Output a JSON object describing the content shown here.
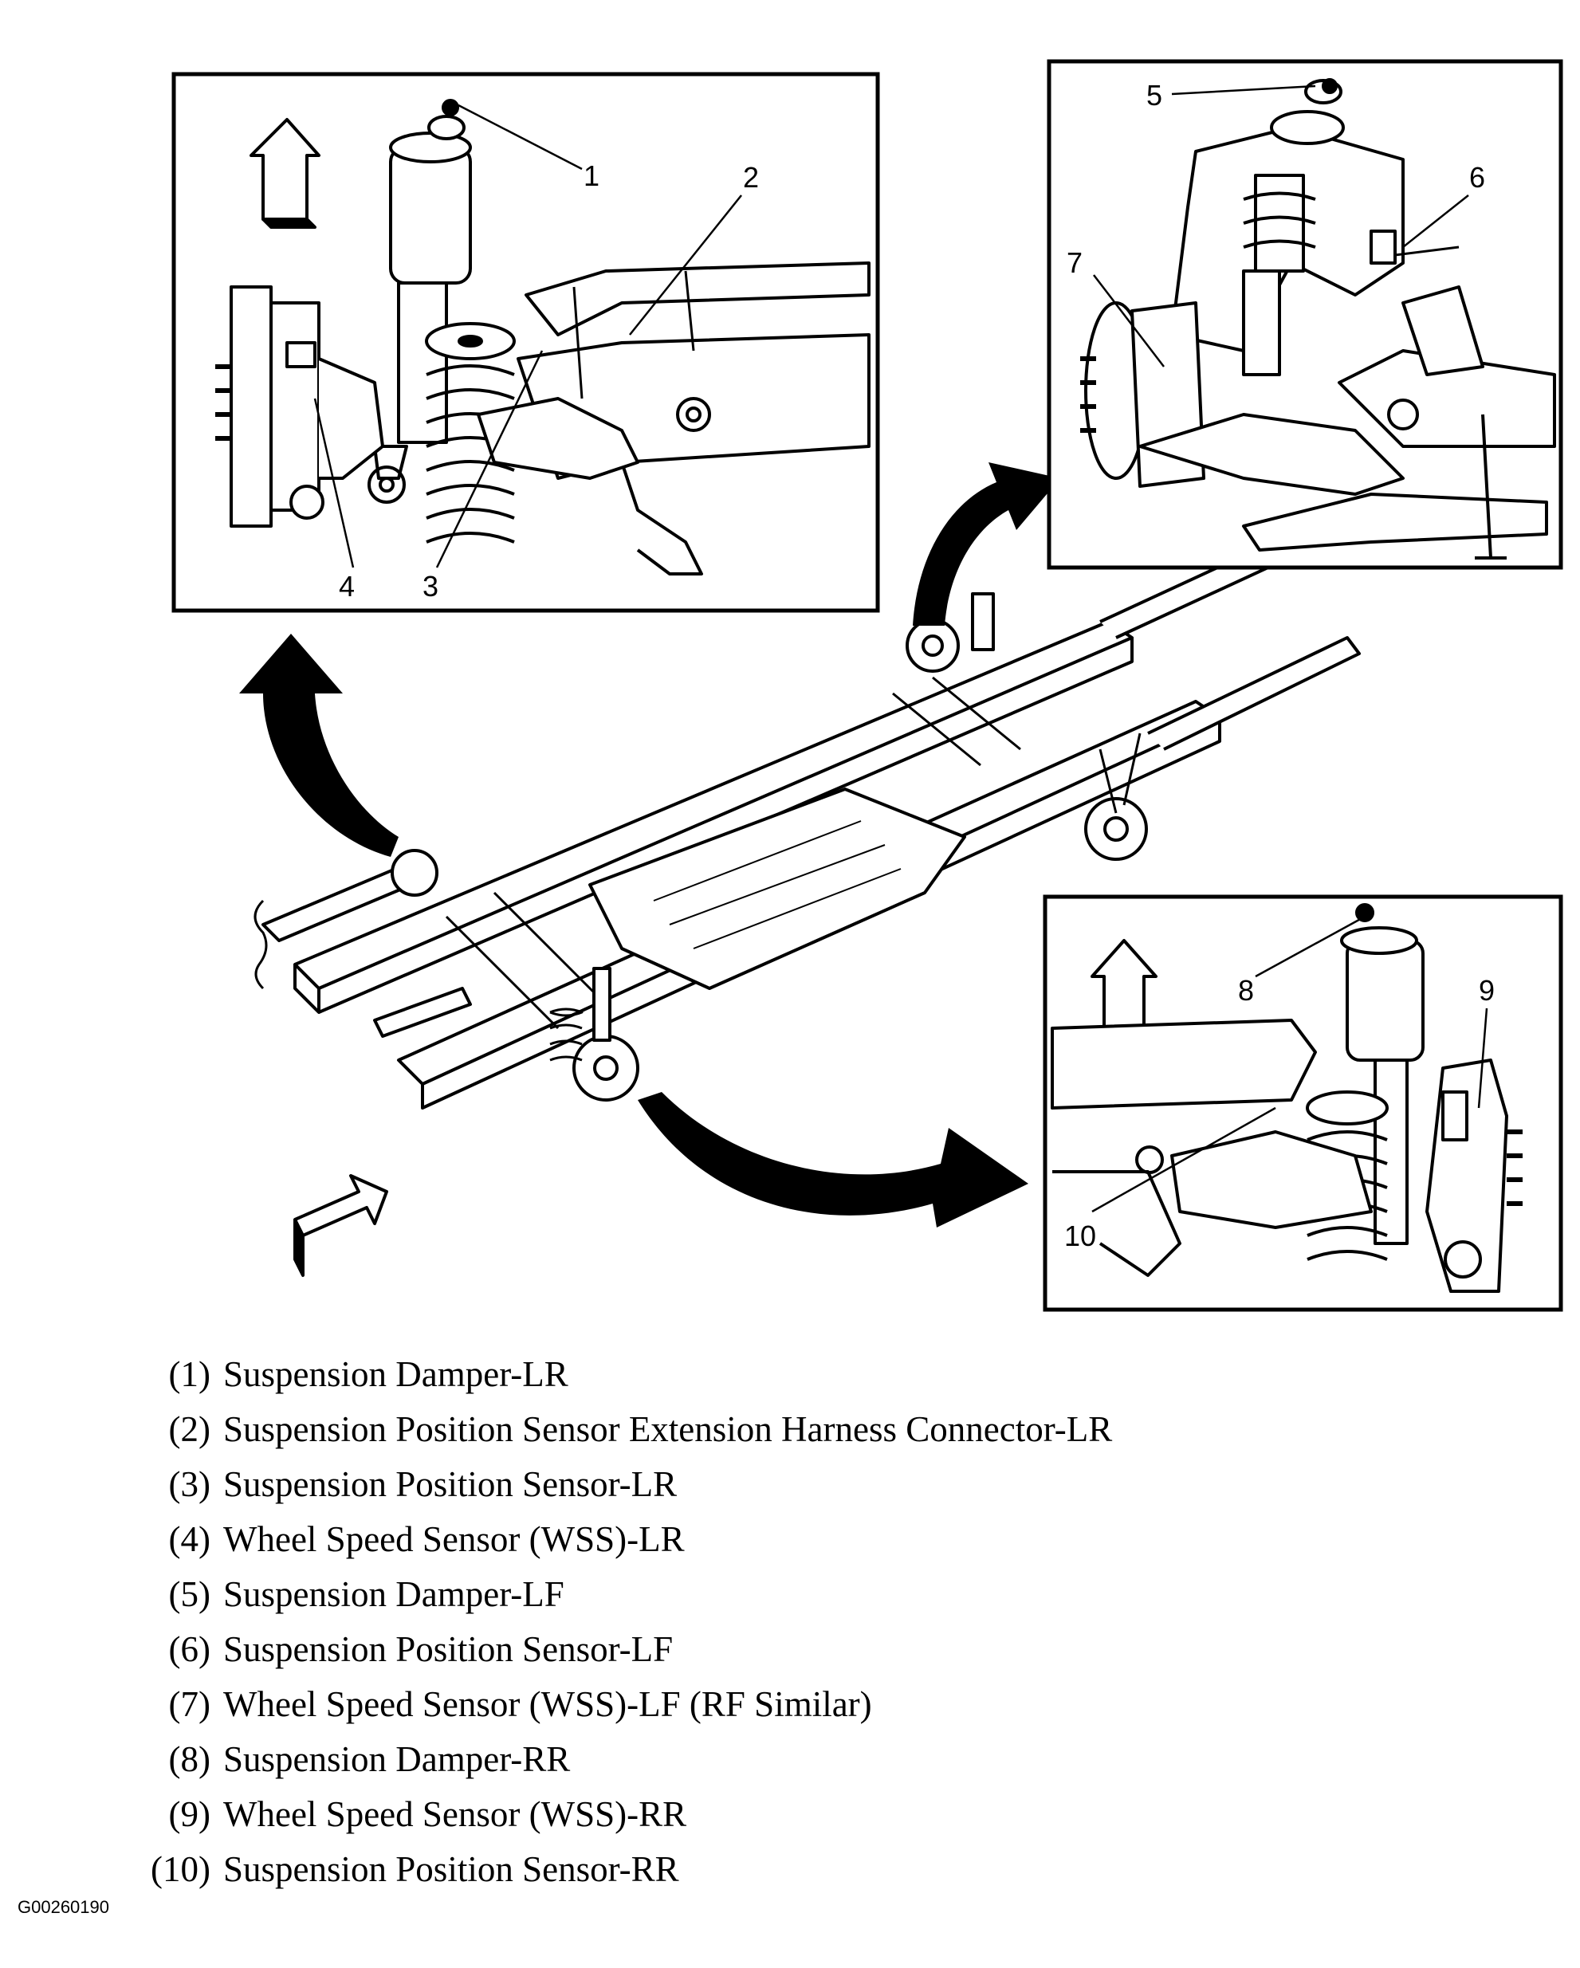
{
  "callouts": {
    "c1": "1",
    "c2": "2",
    "c3": "3",
    "c4": "4",
    "c5": "5",
    "c6": "6",
    "c7": "7",
    "c8": "8",
    "c9": "9",
    "c10": "10"
  },
  "legend": [
    {
      "index": "(1)",
      "label": "Suspension Damper-LR"
    },
    {
      "index": "(2)",
      "label": "Suspension Position Sensor Extension Harness Connector-LR"
    },
    {
      "index": "(3)",
      "label": "Suspension Position Sensor-LR"
    },
    {
      "index": "(4)",
      "label": "Wheel Speed Sensor (WSS)-LR"
    },
    {
      "index": "(5)",
      "label": "Suspension Damper-LF"
    },
    {
      "index": "(6)",
      "label": "Suspension Position Sensor-LF"
    },
    {
      "index": "(7)",
      "label": "Wheel Speed Sensor (WSS)-LF (RF Similar)"
    },
    {
      "index": "(8)",
      "label": "Suspension Damper-RR"
    },
    {
      "index": "(9)",
      "label": "Wheel Speed Sensor (WSS)-RR"
    },
    {
      "index": "(10)",
      "label": "Suspension Position Sensor-RR"
    }
  ],
  "figure_id": "G00260190"
}
